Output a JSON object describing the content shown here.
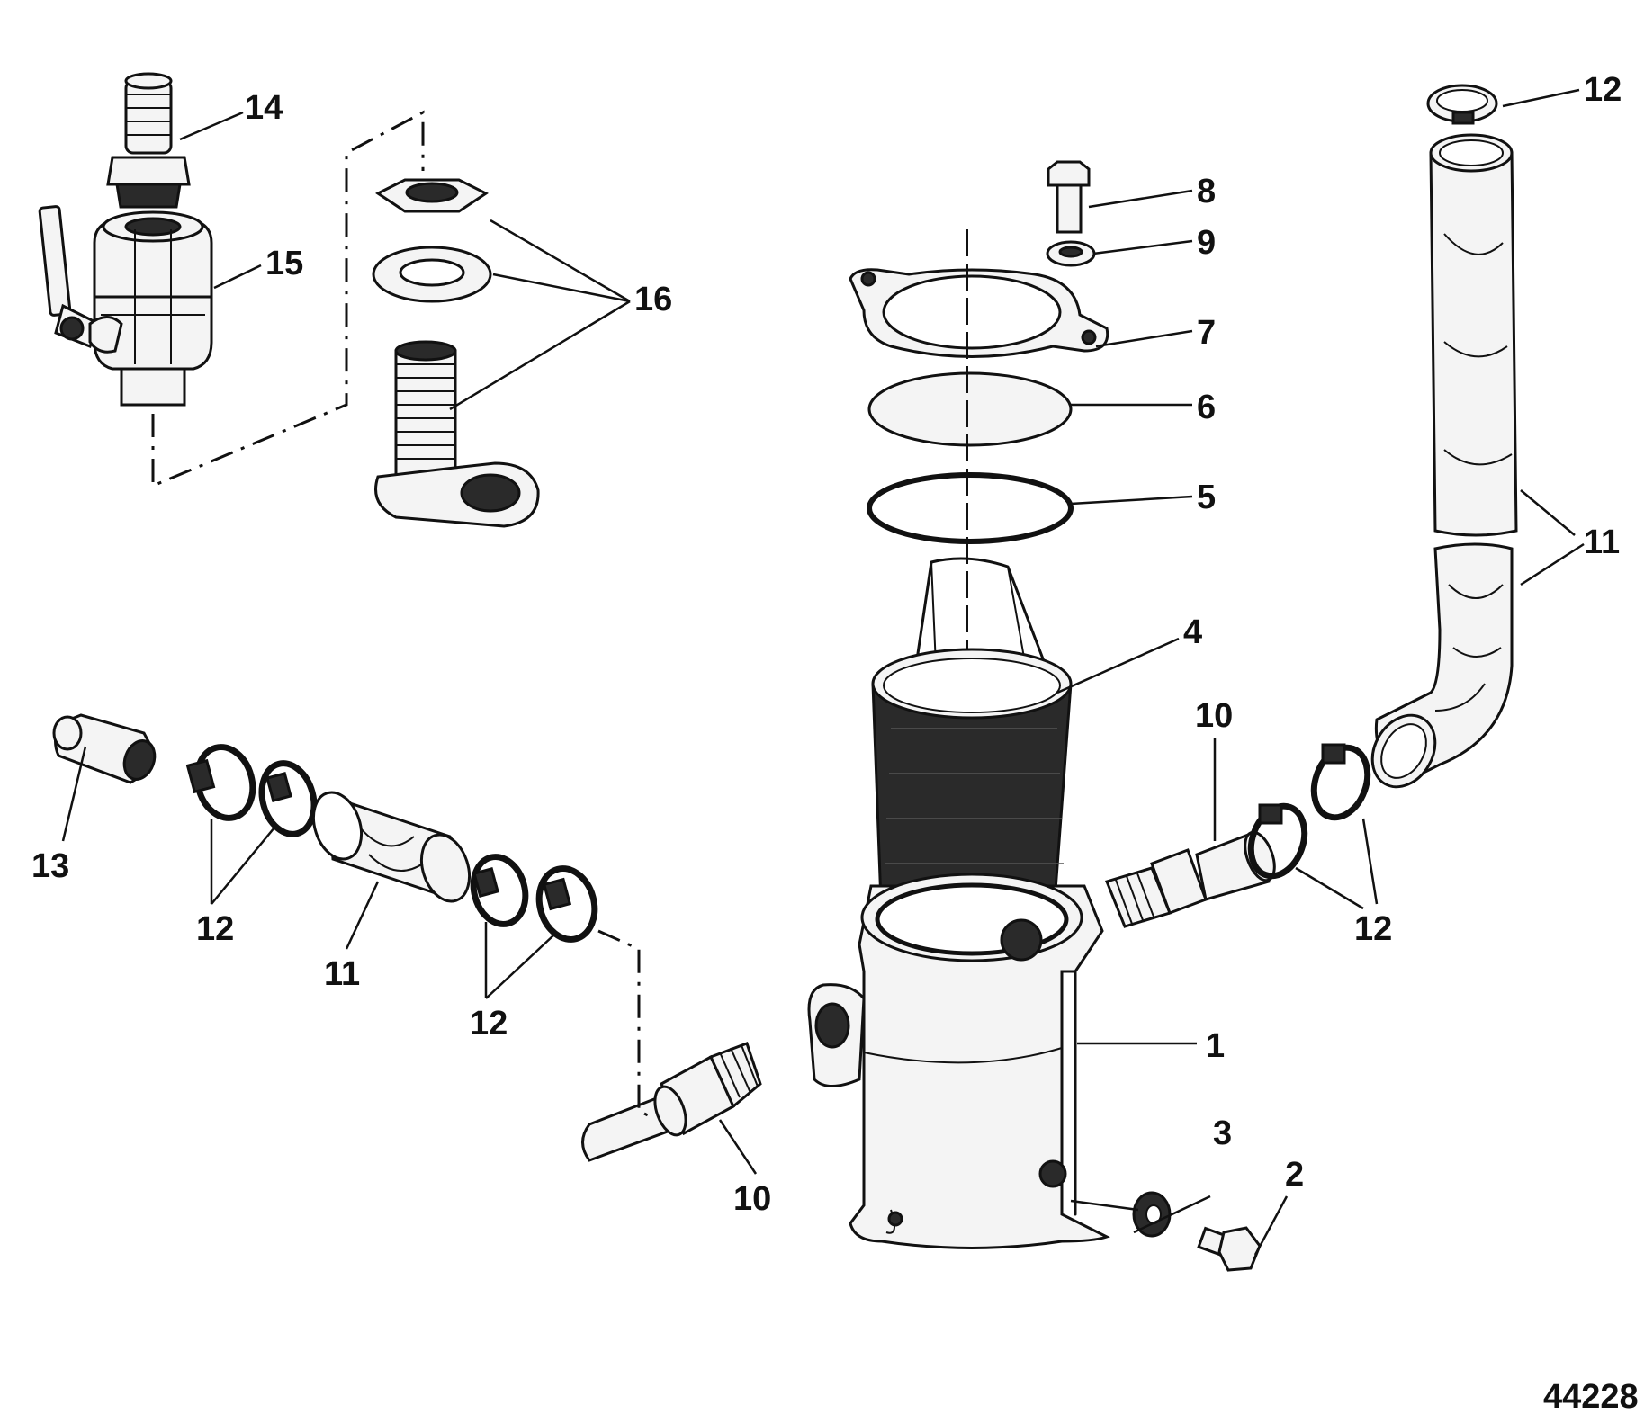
{
  "diagram": {
    "figure_id": "44228",
    "callouts": [
      {
        "id": "c1",
        "label": "1"
      },
      {
        "id": "c2",
        "label": "2"
      },
      {
        "id": "c3",
        "label": "3"
      },
      {
        "id": "c4",
        "label": "4"
      },
      {
        "id": "c5",
        "label": "5"
      },
      {
        "id": "c6",
        "label": "6"
      },
      {
        "id": "c7",
        "label": "7"
      },
      {
        "id": "c8",
        "label": "8"
      },
      {
        "id": "c9",
        "label": "9"
      },
      {
        "id": "c10a",
        "label": "10"
      },
      {
        "id": "c10b",
        "label": "10"
      },
      {
        "id": "c11a",
        "label": "11"
      },
      {
        "id": "c11b",
        "label": "11"
      },
      {
        "id": "c12a",
        "label": "12"
      },
      {
        "id": "c12b",
        "label": "12"
      },
      {
        "id": "c12c",
        "label": "12"
      },
      {
        "id": "c12d",
        "label": "12"
      },
      {
        "id": "c13",
        "label": "13"
      },
      {
        "id": "c14",
        "label": "14"
      },
      {
        "id": "c15",
        "label": "15"
      },
      {
        "id": "c16",
        "label": "16"
      }
    ]
  }
}
